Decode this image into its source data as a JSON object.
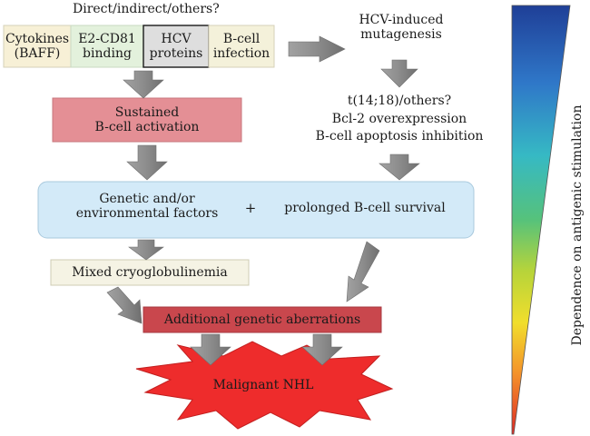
{
  "top_question": "Direct/indirect/others?",
  "mechanisms": [
    {
      "line1": "Cytokines",
      "line2": "(BAFF)"
    },
    {
      "line1": "E2-CD81",
      "line2": "binding"
    },
    {
      "line1": "HCV",
      "line2": "proteins"
    },
    {
      "line1": "B-cell",
      "line2": "infection"
    }
  ],
  "sustained": {
    "line1": "Sustained",
    "line2": "B-cell activation"
  },
  "mutagenesis": {
    "line1": "HCV-induced",
    "line2": "mutagenesis"
  },
  "right_list": [
    "t(14;18)/others?",
    "Bcl-2 overexpression",
    "B-cell apoptosis inhibition"
  ],
  "factors": {
    "line1": "Genetic and/or",
    "line2": "environmental factors",
    "plus": "+",
    "survival": "prolonged B-cell survival"
  },
  "cryo": "Mixed cryoglobulinemia",
  "aberrations": "Additional genetic aberrations",
  "outcome": "Malignant NHL",
  "side_axis_label": "Dependence on antigenic stimulation",
  "colors": {
    "cytokines": "#f7f0d6",
    "e2cd81": "#e3f1dc",
    "hcv": "#dedede",
    "bcell_infection": "#f4f1da",
    "sustained": "#e48f95",
    "factors": "#d3eaf8",
    "cryo": "#f5f3e4",
    "aberrations": "#c9474d",
    "star": "#ee2c2c",
    "arrow": "#8f8f8f"
  }
}
